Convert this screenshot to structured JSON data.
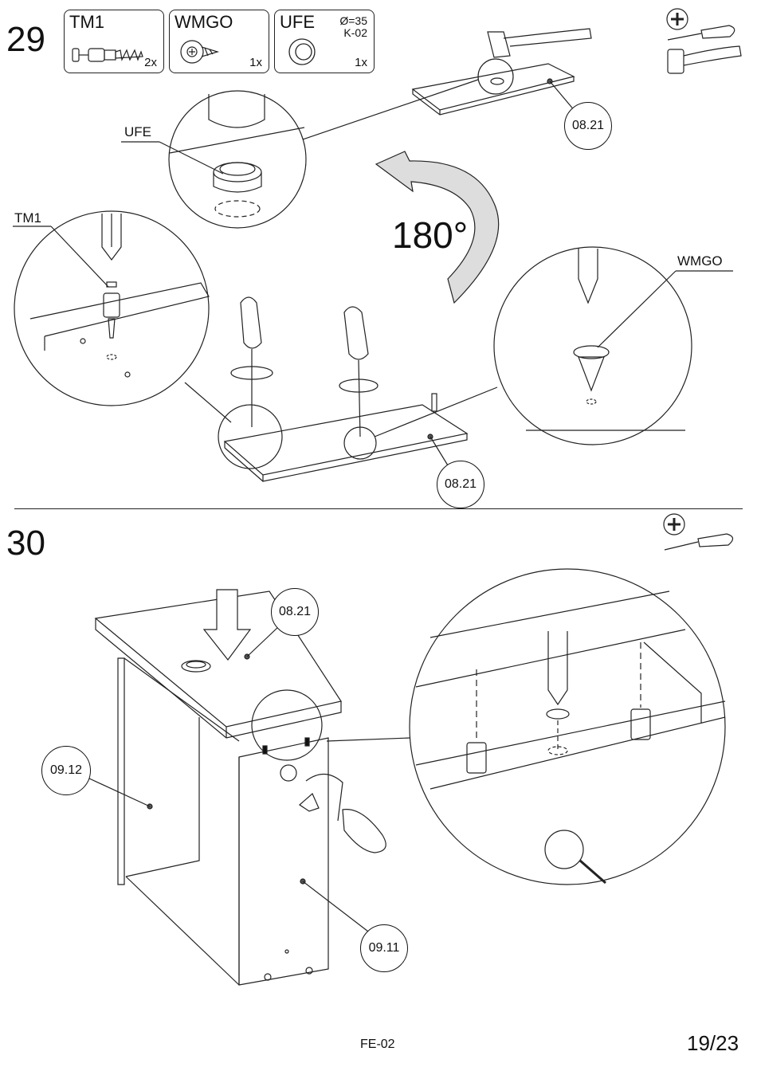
{
  "step29": {
    "number": "29",
    "parts": [
      {
        "code": "TM1",
        "qty": "2x",
        "spec": ""
      },
      {
        "code": "WMGO",
        "qty": "1x",
        "spec": ""
      },
      {
        "code": "UFE",
        "qty": "1x",
        "spec_line1": "Ø=35",
        "spec_line2": "K-02"
      }
    ],
    "callouts": {
      "ufe": "UFE",
      "tm1": "TM1",
      "wmgo": "WMGO"
    },
    "rotation": "180°",
    "labels": {
      "top_panel": "08.21",
      "bottom_panel": "08.21"
    },
    "tools": [
      "screwdriver-icon",
      "hammer-icon"
    ]
  },
  "step30": {
    "number": "30",
    "labels": {
      "top": "08.21",
      "left": "09.12",
      "right": "09.11"
    },
    "tools": [
      "screwdriver-icon"
    ]
  },
  "footer": {
    "code": "FE-02",
    "page": "19/23"
  }
}
